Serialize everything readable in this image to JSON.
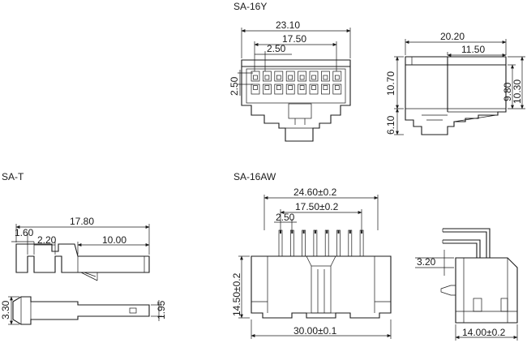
{
  "titles": {
    "sa16y": "SA-16Y",
    "sat": "SA-T",
    "sa16aw": "SA-16AW"
  },
  "dims": {
    "y_width": "23.10",
    "y_pitch_span": "17.50",
    "y_pitch": "2.50",
    "y_row_pitch": "2.50",
    "y_side_depth": "20.20",
    "y_side_body": "11.50",
    "y_side_height": "10.70",
    "y_side_h1": "9.80",
    "y_side_h2": "10.30",
    "y_side_latch": "6.10",
    "t_length": "17.80",
    "t_a": "1.60",
    "t_b": "2.20",
    "t_c": "10.00",
    "t_h": "3.30",
    "t_w": "1.95",
    "aw_pin_span": "24.60±0.2",
    "aw_pitch_span": "17.50±0.2",
    "aw_pitch": "2.50",
    "aw_height": "14.50±0.2",
    "aw_width": "30.00±0.1",
    "aw_side_pin": "3.20",
    "aw_side_depth": "14.00±0.2"
  }
}
